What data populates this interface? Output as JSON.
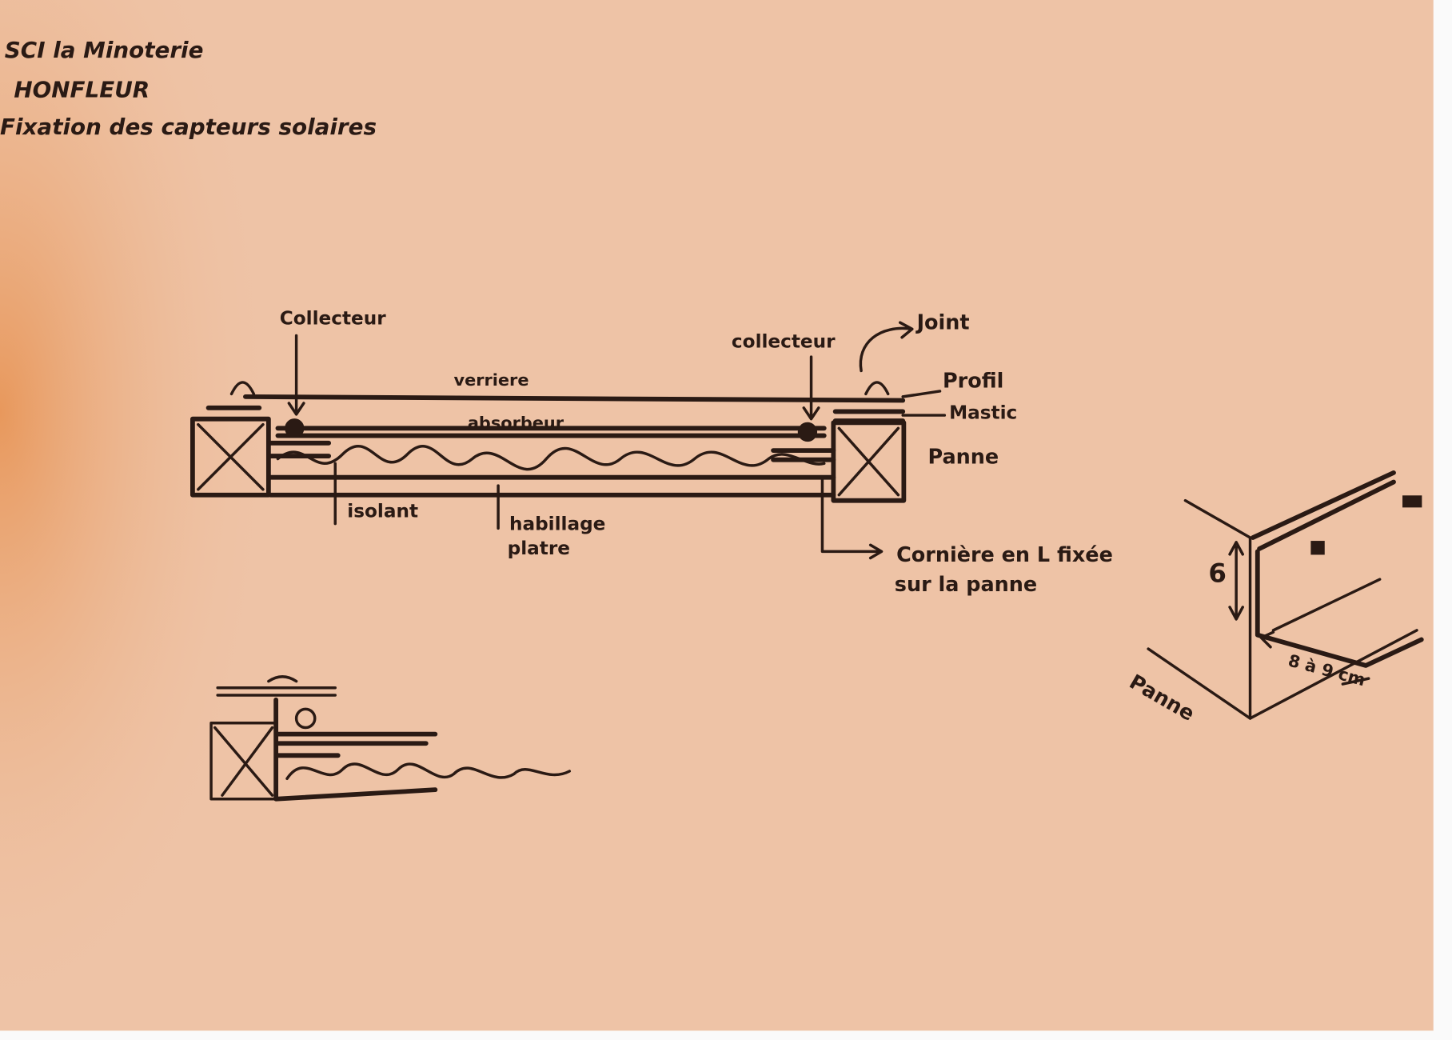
{
  "header": {
    "line1": "SCI la Minoterie",
    "line2": "HONFLEUR",
    "line3": "Fixation des capteurs solaires"
  },
  "section_labels": {
    "collecteur_left": "Collecteur",
    "collecteur_right": "collecteur",
    "joint": "Joint",
    "verriere": "verriere",
    "profil": "Profil",
    "mastic": "Mastic",
    "absorbeur": "absorbeur",
    "panne": "Panne",
    "isolant": "isolant",
    "habillage_1": "habillage",
    "habillage_2": "platre",
    "corniere_1": "Cornière en L  fixée",
    "corniere_2": "sur la panne"
  },
  "detail_labels": {
    "height": "6",
    "width": "8 à 9 cm",
    "panne": "Panne"
  },
  "colors": {
    "paper": "#f0c4a6",
    "ink": "#2a1a14",
    "stain": "#e89a60"
  }
}
